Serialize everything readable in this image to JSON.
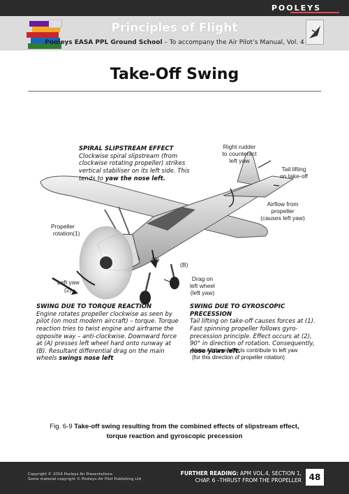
{
  "header": {
    "brand": "POOLEYS",
    "title": "Principles of Flight",
    "subtitle_bold": "Pooleys EASA PPL Ground School",
    "subtitle_rest": " – To accompany the Air Pilot’s Manual, Vol. 4"
  },
  "page_title": "Take-Off Swing",
  "figure": {
    "labels": {
      "right_rudder": "Right rudder\nto counteract\nleft yaw",
      "tail_lifting": "Tail lifting\non take-off",
      "airflow": "Airflow from\npropeller\n(causes left yaw)",
      "propeller_rotation": "Propeller\nrotation",
      "marker_1": "(1)",
      "left_yaw": "Left yaw",
      "marker_2": "(2)",
      "marker_a": "(A)",
      "marker_b": "(B)",
      "drag": "Drag on\nleft wheel\n(left yaw)"
    },
    "spiral": {
      "heading": "SPIRAL SLIPSTREAM EFFECT",
      "text": "Clockwise spiral slipstream (from clockwise rotating propeller) strikes vertical stabiliser on its left side. This tends to ",
      "emphasis": "yaw the nose left."
    },
    "torque": {
      "heading": "SWING DUE TO TORQUE REACTION",
      "text": "Engine rotates propeller clockwise as seen by pilot (on most modern aircraft) – torque. Torque reaction tries to twist engine and airframe the opposite way – anti-clockwise. Downward force at (A) presses left wheel hard onto runway at (B). Resultant differential drag on the main wheels ",
      "emphasis": "swings nose left"
    },
    "gyro": {
      "heading": "SWING DUE TO GYROSCOPIC PRECESSION",
      "text": "Tail lifting on take-off causes forces at (1). Fast spinning propeller follows gyro-precession principle. Effect occurs at (2), 90° in direction of rotation. Consequently, ",
      "emphasis": "nose yaws left."
    },
    "note": "Note: All three effects contribute to left yaw\n(for this direction of propeller rotation)"
  },
  "caption": {
    "prefix": "Fig. 6-9  ",
    "bold": "Take-off swing resulting from the combined effects of slipstream effect,\ntorque reaction and gyroscopic precession"
  },
  "footer": {
    "copyright": "Copyright © 2016 Pooleys Air Presentations\nSome material copyright © Pooleys–Air Pilot Publishing Ltd",
    "further_bold": "FURTHER READING:",
    "further_rest": " APM VOL.4, SECTION 1,\nCHAP. 6 –THRUST FROM THE PROPELLER",
    "page_number": "48"
  }
}
